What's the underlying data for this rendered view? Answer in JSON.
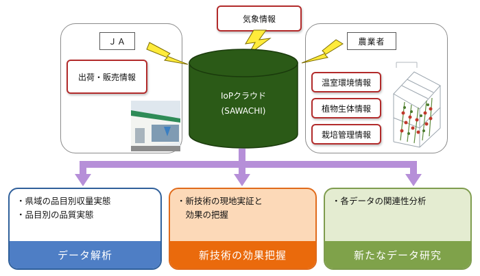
{
  "weather": "気象情報",
  "ja": {
    "label": "ＪＡ",
    "info": "出荷・販売情報"
  },
  "farmer": {
    "label": "農業者",
    "items": [
      "温室環境情報",
      "植物生体情報",
      "栽培管理情報"
    ]
  },
  "cloud": {
    "line1": "IoPクラウド",
    "line2": "(SAWACHI)"
  },
  "outputs": [
    {
      "lines": [
        "・県域の品目別収量実態",
        "・品目別の品質実態"
      ],
      "title": "データ解析",
      "color": "#4e7ec5",
      "bg": "#ffffff",
      "border": "#2f5f9a"
    },
    {
      "lines": [
        "・新技術の現地実証と",
        "　効果の把握"
      ],
      "title": "新技術の効果把握",
      "color": "#ea6a0c",
      "bg": "#fcd9b8",
      "border": "#e06a1a"
    },
    {
      "lines": [
        "・各データの関連性分析"
      ],
      "title": "新たなデータ研究",
      "color": "#7fa24a",
      "bg": "#e4ecd1",
      "border": "#7e9c4e"
    }
  ],
  "colors": {
    "cylinder": "#2b5a17",
    "arrow": "#b68fd8",
    "bolt": "#ffeb3b"
  }
}
